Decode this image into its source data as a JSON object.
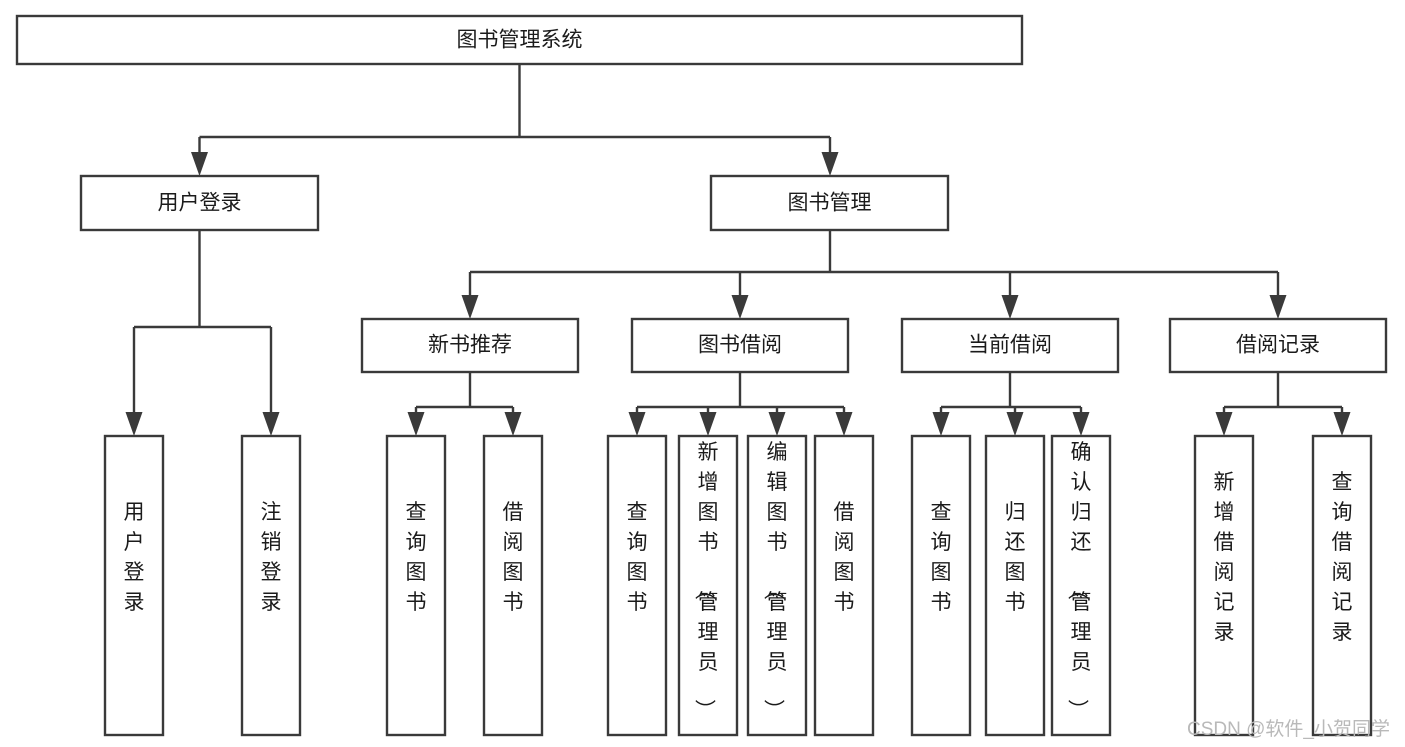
{
  "title": "图书管理系统",
  "watermark": "CSDN @软件_小贺同学",
  "chart_data": {
    "type": "diagram",
    "diagram_kind": "hierarchy-tree",
    "title": "图书管理系统",
    "orientation": "top-down",
    "levels": 4,
    "root": "图书管理系统",
    "nodes": [
      {
        "id": "root",
        "label": "图书管理系统",
        "level": 0,
        "orientation": "horizontal"
      },
      {
        "id": "login",
        "label": "用户登录",
        "level": 1,
        "parent": "root",
        "orientation": "horizontal"
      },
      {
        "id": "bookmgmt",
        "label": "图书管理",
        "level": 1,
        "parent": "root",
        "orientation": "horizontal"
      },
      {
        "id": "newbook",
        "label": "新书推荐",
        "level": 2,
        "parent": "bookmgmt",
        "orientation": "horizontal"
      },
      {
        "id": "borrow",
        "label": "图书借阅",
        "level": 2,
        "parent": "bookmgmt",
        "orientation": "horizontal"
      },
      {
        "id": "current",
        "label": "当前借阅",
        "level": 2,
        "parent": "bookmgmt",
        "orientation": "horizontal"
      },
      {
        "id": "records",
        "label": "借阅记录",
        "level": 2,
        "parent": "bookmgmt",
        "orientation": "horizontal"
      },
      {
        "id": "login-in",
        "label": "用户登录",
        "level": 2,
        "parent": "login",
        "orientation": "vertical"
      },
      {
        "id": "login-out",
        "label": "注销登录",
        "level": 2,
        "parent": "login",
        "orientation": "vertical"
      },
      {
        "id": "nb-query",
        "label": "查询图书",
        "level": 3,
        "parent": "newbook",
        "orientation": "vertical"
      },
      {
        "id": "nb-borrow",
        "label": "借阅图书",
        "level": 3,
        "parent": "newbook",
        "orientation": "vertical"
      },
      {
        "id": "bw-query",
        "label": "查询图书",
        "level": 3,
        "parent": "borrow",
        "orientation": "vertical"
      },
      {
        "id": "bw-add",
        "label": "新增图书（管理员）",
        "level": 3,
        "parent": "borrow",
        "orientation": "vertical"
      },
      {
        "id": "bw-edit",
        "label": "编辑图书（管理员）",
        "level": 3,
        "parent": "borrow",
        "orientation": "vertical"
      },
      {
        "id": "bw-borrow",
        "label": "借阅图书",
        "level": 3,
        "parent": "borrow",
        "orientation": "vertical"
      },
      {
        "id": "cu-query",
        "label": "查询图书",
        "level": 3,
        "parent": "current",
        "orientation": "vertical"
      },
      {
        "id": "cu-return",
        "label": "归还图书",
        "level": 3,
        "parent": "current",
        "orientation": "vertical"
      },
      {
        "id": "cu-confirm",
        "label": "确认归还（管理员）",
        "level": 3,
        "parent": "current",
        "orientation": "vertical"
      },
      {
        "id": "rc-add",
        "label": "新增借阅记录",
        "level": 3,
        "parent": "records",
        "orientation": "vertical"
      },
      {
        "id": "rc-query",
        "label": "查询借阅记录",
        "level": 3,
        "parent": "records",
        "orientation": "vertical"
      }
    ],
    "edges": [
      {
        "from": "root",
        "to": "login"
      },
      {
        "from": "root",
        "to": "bookmgmt"
      },
      {
        "from": "login",
        "to": "login-in"
      },
      {
        "from": "login",
        "to": "login-out"
      },
      {
        "from": "bookmgmt",
        "to": "newbook"
      },
      {
        "from": "bookmgmt",
        "to": "borrow"
      },
      {
        "from": "bookmgmt",
        "to": "current"
      },
      {
        "from": "bookmgmt",
        "to": "records"
      },
      {
        "from": "newbook",
        "to": "nb-query"
      },
      {
        "from": "newbook",
        "to": "nb-borrow"
      },
      {
        "from": "borrow",
        "to": "bw-query"
      },
      {
        "from": "borrow",
        "to": "bw-add"
      },
      {
        "from": "borrow",
        "to": "bw-edit"
      },
      {
        "from": "borrow",
        "to": "bw-borrow"
      },
      {
        "from": "current",
        "to": "cu-query"
      },
      {
        "from": "current",
        "to": "cu-return"
      },
      {
        "from": "current",
        "to": "cu-confirm"
      },
      {
        "from": "records",
        "to": "rc-add"
      },
      {
        "from": "records",
        "to": "rc-query"
      }
    ],
    "colors": {
      "box_fill": "#ffffff",
      "box_stroke": "#3a3a3a",
      "text": "#1b1b1b",
      "background": "#ffffff",
      "watermark": "#b9b9b9"
    }
  },
  "labels": {
    "root": "图书管理系统",
    "login": "用户登录",
    "bookmgmt": "图书管理",
    "newbook": "新书推荐",
    "borrow": "图书借阅",
    "current": "当前借阅",
    "records": "借阅记录",
    "login_in": "用户登录",
    "login_out": "注销登录",
    "nb_query": "查询图书",
    "nb_borrow": "借阅图书",
    "bw_query": "查询图书",
    "bw_add": "新增图书（管理员）",
    "bw_edit": "编辑图书（管理员）",
    "bw_borrow": "借阅图书",
    "cu_query": "查询图书",
    "cu_return": "归还图书",
    "cu_confirm": "确认归还（管理员）",
    "rc_add": "新增借阅记录",
    "rc_query": "查询借阅记录"
  }
}
